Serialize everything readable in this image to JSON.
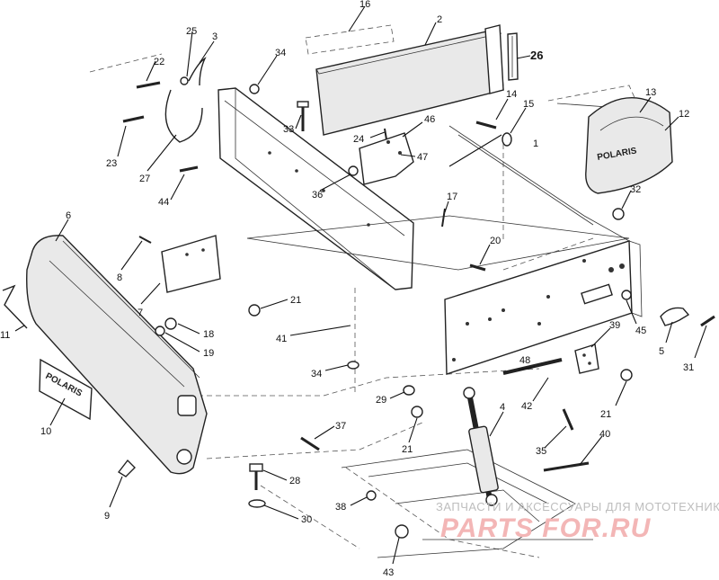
{
  "diagram": {
    "part_numbers": [
      "1",
      "2",
      "3",
      "4",
      "5",
      "6",
      "7",
      "8",
      "9",
      "10",
      "11",
      "12",
      "13",
      "14",
      "15",
      "16",
      "17",
      "18",
      "19",
      "20",
      "21",
      "21",
      "21",
      "21",
      "22",
      "23",
      "24",
      "25",
      "26",
      "27",
      "28",
      "29",
      "30",
      "31",
      "32",
      "33",
      "34",
      "34",
      "35",
      "36",
      "37",
      "38",
      "39",
      "40",
      "41",
      "42",
      "43",
      "44",
      "45",
      "46",
      "47",
      "48"
    ]
  },
  "watermark": {
    "caption": "ЗАПЧАСТИ И АКСЕССУАРЫ ДЛЯ МОТОТЕХНИКИ",
    "logo": "PARTS FOR.RU"
  },
  "emblem": {
    "bumper_plate": "POLARIS",
    "tail_cap": "POLARIS"
  }
}
